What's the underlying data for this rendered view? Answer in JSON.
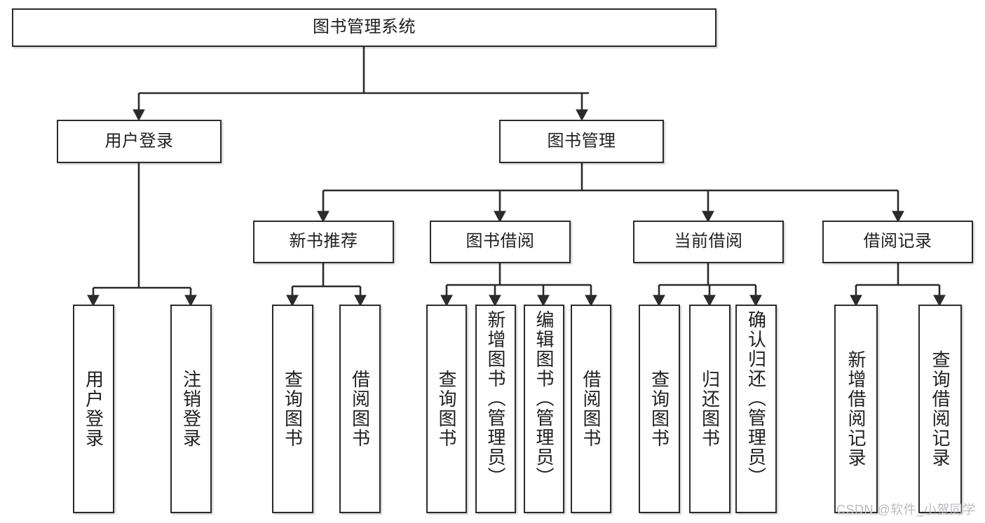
{
  "diagram": {
    "type": "tree-hierarchy",
    "title": "图书管理系统",
    "watermark": "CSDN @软件_小贺同学",
    "colors": {
      "border": "#2b2b2b",
      "background": "#ffffff",
      "text": "#1f1f1f",
      "watermark": "#b9bcc0"
    },
    "nodes": {
      "root": {
        "label": "图书管理系统",
        "level": 1,
        "orientation": "horizontal"
      },
      "user_login": {
        "label": "用户登录",
        "level": 2,
        "orientation": "horizontal"
      },
      "book_manage": {
        "label": "图书管理",
        "level": 2,
        "orientation": "horizontal"
      },
      "new_book_rec": {
        "label": "新书推荐",
        "level": 3,
        "orientation": "horizontal"
      },
      "book_borrow": {
        "label": "图书借阅",
        "level": 3,
        "orientation": "horizontal"
      },
      "current_borrow": {
        "label": "当前借阅",
        "level": 3,
        "orientation": "horizontal"
      },
      "borrow_record": {
        "label": "借阅记录",
        "level": 3,
        "orientation": "horizontal"
      },
      "leaf_user_login": {
        "label": "用户登录",
        "level": 4,
        "orientation": "vertical"
      },
      "leaf_logout": {
        "label": "注销登录",
        "level": 4,
        "orientation": "vertical"
      },
      "leaf_query_book_a": {
        "label": "查询图书",
        "level": 4,
        "orientation": "vertical"
      },
      "leaf_borrow_book_a": {
        "label": "借阅图书",
        "level": 4,
        "orientation": "vertical"
      },
      "leaf_query_book_b": {
        "label": "查询图书",
        "level": 4,
        "orientation": "vertical"
      },
      "leaf_add_book": {
        "label": "新增图书（管理员）",
        "level": 4,
        "orientation": "vertical"
      },
      "leaf_edit_book": {
        "label": "编辑图书（管理员）",
        "level": 4,
        "orientation": "vertical"
      },
      "leaf_borrow_book_b": {
        "label": "借阅图书",
        "level": 4,
        "orientation": "vertical"
      },
      "leaf_query_book_c": {
        "label": "查询图书",
        "level": 4,
        "orientation": "vertical"
      },
      "leaf_return_book": {
        "label": "归还图书",
        "level": 4,
        "orientation": "vertical"
      },
      "leaf_confirm_return": {
        "label": "确认归还（管理员）",
        "level": 4,
        "orientation": "vertical"
      },
      "leaf_add_record": {
        "label": "新增借阅记录",
        "level": 4,
        "orientation": "vertical"
      },
      "leaf_query_record": {
        "label": "查询借阅记录",
        "level": 4,
        "orientation": "vertical"
      }
    },
    "edges": [
      {
        "from": "root",
        "to": "user_login"
      },
      {
        "from": "root",
        "to": "book_manage"
      },
      {
        "from": "user_login",
        "to": "leaf_user_login"
      },
      {
        "from": "user_login",
        "to": "leaf_logout"
      },
      {
        "from": "book_manage",
        "to": "new_book_rec"
      },
      {
        "from": "book_manage",
        "to": "book_borrow"
      },
      {
        "from": "book_manage",
        "to": "current_borrow"
      },
      {
        "from": "book_manage",
        "to": "borrow_record"
      },
      {
        "from": "new_book_rec",
        "to": "leaf_query_book_a"
      },
      {
        "from": "new_book_rec",
        "to": "leaf_borrow_book_a"
      },
      {
        "from": "book_borrow",
        "to": "leaf_query_book_b"
      },
      {
        "from": "book_borrow",
        "to": "leaf_add_book"
      },
      {
        "from": "book_borrow",
        "to": "leaf_edit_book"
      },
      {
        "from": "book_borrow",
        "to": "leaf_borrow_book_b"
      },
      {
        "from": "current_borrow",
        "to": "leaf_query_book_c"
      },
      {
        "from": "current_borrow",
        "to": "leaf_return_book"
      },
      {
        "from": "current_borrow",
        "to": "leaf_confirm_return"
      },
      {
        "from": "borrow_record",
        "to": "leaf_add_record"
      },
      {
        "from": "borrow_record",
        "to": "leaf_query_record"
      }
    ]
  }
}
